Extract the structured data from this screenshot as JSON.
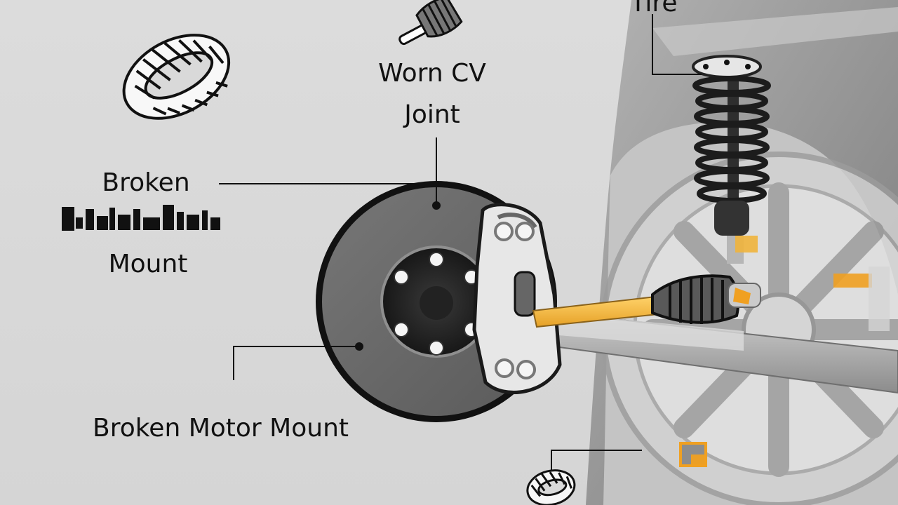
{
  "labels": {
    "tire_partial": "Tire",
    "cv_joint_line1": "Worn CV",
    "cv_joint_line2": "Joint",
    "broken_mount_line1": "Broken",
    "broken_mount_line2": "Mount",
    "broken_motor_mount": "Broken Motor Mount"
  },
  "icons": {
    "top_left": "tire-icon",
    "top_center": "cv-axle-icon",
    "bottom_right": "tire-icon",
    "accent_marker": "orange-square-marker-icon"
  },
  "colors": {
    "background": "#d9d9d9",
    "text": "#111111",
    "accent_orange": "#f0a021",
    "rotor_dark": "#1b1b1b",
    "caliper_light": "#e7e7e7",
    "vehicle_gray": "#8d8d8d"
  }
}
